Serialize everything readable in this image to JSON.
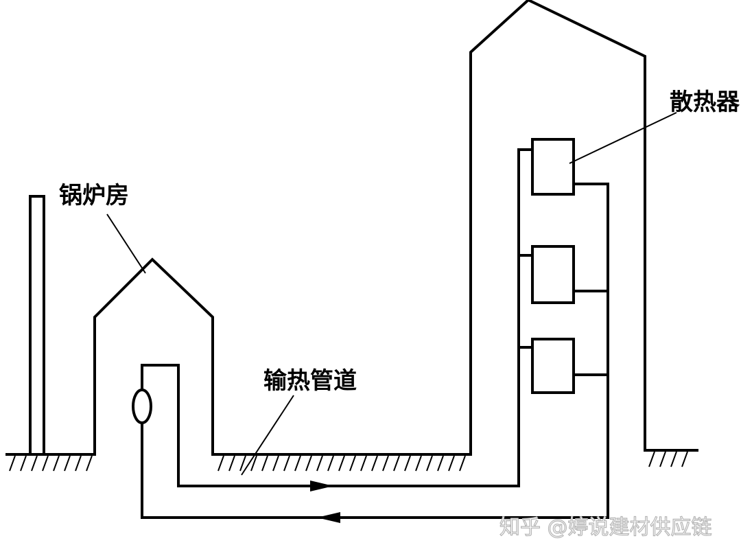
{
  "labels": {
    "boiler_room": "锅炉房",
    "radiator": "散热器",
    "heat_pipe": "输热管道"
  },
  "watermark": "知乎 @婷说建材供应链",
  "colors": {
    "ink": "#000000",
    "background": "#ffffff",
    "watermark_outline": "#b5b5b5"
  }
}
